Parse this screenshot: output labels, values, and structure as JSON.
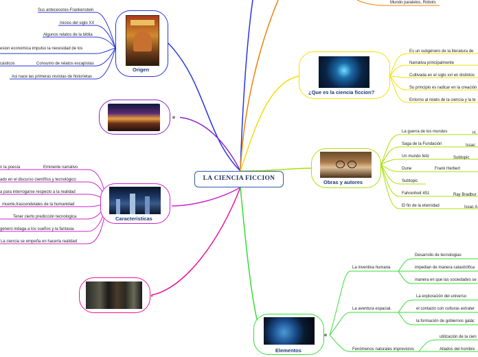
{
  "central": {
    "title": "LA CIENCIA FICCION"
  },
  "origen": {
    "title": "Origen",
    "items": [
      "Sus antecesores-Frankenstein",
      "Inicios del siglo XX",
      "Algunos relatos de la biblia",
      "esion economica impulso la necesidad de los",
      "Consumo de relatos escapistas",
      "Asi nace las primeras revistas de historietas"
    ],
    "sub_item": "cásticos"
  },
  "que_es": {
    "title": "¿Que es la ciencia ficcion?",
    "items": [
      "Es un subgénero de la literatura de",
      "Narrativa principalmente",
      "Cultivada en el siglo xxI en distintos",
      "Su principio es radicar en la creación",
      "Entorno al relato de la ciencia y la te"
    ],
    "top_item": "Mundo paralelos, Robots"
  },
  "obras": {
    "title": "Obras y autores",
    "works": [
      {
        "work": "La guerra de los mundos",
        "author": "H."
      },
      {
        "work": "Saga de la Fundación",
        "author": "Issac"
      },
      {
        "work": "Un mundo feliz",
        "author": "Subtopic"
      },
      {
        "work": "Dune",
        "author": "Frank Herbert"
      },
      {
        "work": "Subtopic",
        "author": ""
      },
      {
        "work": "Fahrenheit 451",
        "author": "Ray Bradbur"
      },
      {
        "work": "El fin de la eternidad",
        "author": "Issac A"
      }
    ]
  },
  "caracteristicas": {
    "title": "Caracteristicas",
    "items": [
      {
        "left": "n la poesía",
        "right": "Eminente narrativo"
      },
      {
        "left": "",
        "right": "ado en el discurso científico y tecnológico"
      },
      {
        "left": "",
        "right": "a para interrogarse respecto a la realidad"
      },
      {
        "left": "",
        "right": "muerte,trascendetales de la humanidad"
      },
      {
        "left": "",
        "right": "Tener cierto predicción tecnologica"
      },
      {
        "left": "",
        "right": "genero indaga a los sueños y la fantasia"
      },
      {
        "left": "",
        "right": "La ciencia se empeña en hacerla realidad"
      }
    ]
  },
  "elementos": {
    "title": "Elementos",
    "groups": [
      {
        "label": "La inventiva humana",
        "items": [
          "Desarrollo de tecnologias",
          "impedian de manera catastrófica",
          "manera en que las sociedades se"
        ]
      },
      {
        "label": "La aventura espacial.",
        "items": [
          "La exploración del universo",
          "el contacto con culturas extrater",
          "la formación de gobiernos galác"
        ]
      },
      {
        "label": "Fenómenos naturales imprevistos",
        "items": [
          "utilización de la cien",
          "Aliados del hombre"
        ]
      }
    ]
  },
  "colors": {
    "origen": "#2222cc",
    "que_es": "#f0e000",
    "obras": "#a8e000",
    "caracteristicas": "#cc22cc",
    "elementos": "#33dd33",
    "image_node": "#8822cc",
    "image_node2": "#ee1199",
    "top_orange": "#f08000"
  }
}
